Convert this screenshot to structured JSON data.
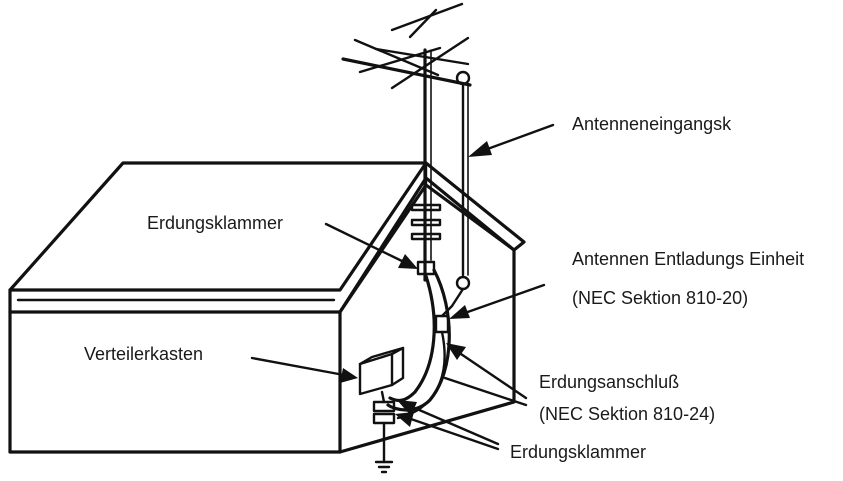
{
  "labels": {
    "antenna_lead_in": "Antenneneingangsk",
    "ground_clamp_top": "Erdungsklammer",
    "discharge_unit_line1": "Antennen Entladungs Einheit",
    "discharge_unit_line2": "(NEC Sektion 810-20)",
    "distribution_box": "Verteilerkasten",
    "grounding_conductor_line1": "Erdungsanschluß",
    "grounding_conductor_line2": "(NEC Sektion 810-24)",
    "ground_clamp_bottom": "Erdungsklammer"
  },
  "colors": {
    "line": "#111111",
    "background": "#ffffff"
  }
}
